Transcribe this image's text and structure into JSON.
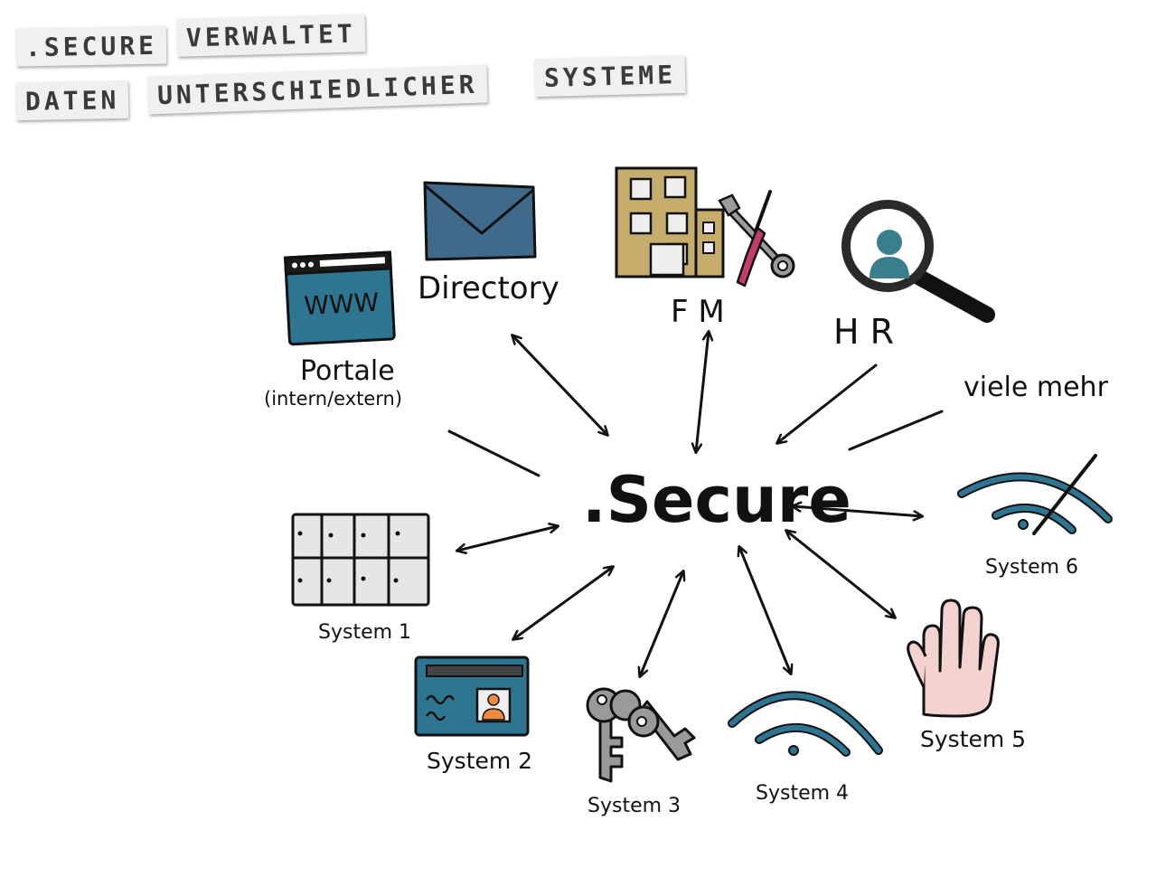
{
  "title": {
    "line1": [
      ".SECURE",
      "VERWALTET"
    ],
    "line2": [
      "DATEN",
      "UNTERSCHIEDLICHER",
      "SYSTEME"
    ]
  },
  "center": ".Secure",
  "nodes": {
    "portale": {
      "label": "Portale",
      "sublabel": "(intern/extern)",
      "icon_text": "WWW"
    },
    "directory": {
      "label": "Directory"
    },
    "fm": {
      "label": "F M"
    },
    "hr": {
      "label": "H R"
    },
    "viele": {
      "label": "viele mehr"
    },
    "system1": {
      "label": "System 1"
    },
    "system2": {
      "label": "System 2"
    },
    "system3": {
      "label": "System 3"
    },
    "system4": {
      "label": "System 4"
    },
    "system5": {
      "label": "System 5"
    },
    "system6": {
      "label": "System 6"
    }
  },
  "colors": {
    "teal": "#2e7592",
    "envelope": "#3f6a8c",
    "building": "#c6ad6b",
    "hr_icon": "#3c7f8c",
    "hand": "#f4d2cf",
    "keys": "#9a9a9a",
    "grid": "#e6e6e6",
    "screwdriver": "#c43d69",
    "avatar_face": "#f08a3c"
  }
}
